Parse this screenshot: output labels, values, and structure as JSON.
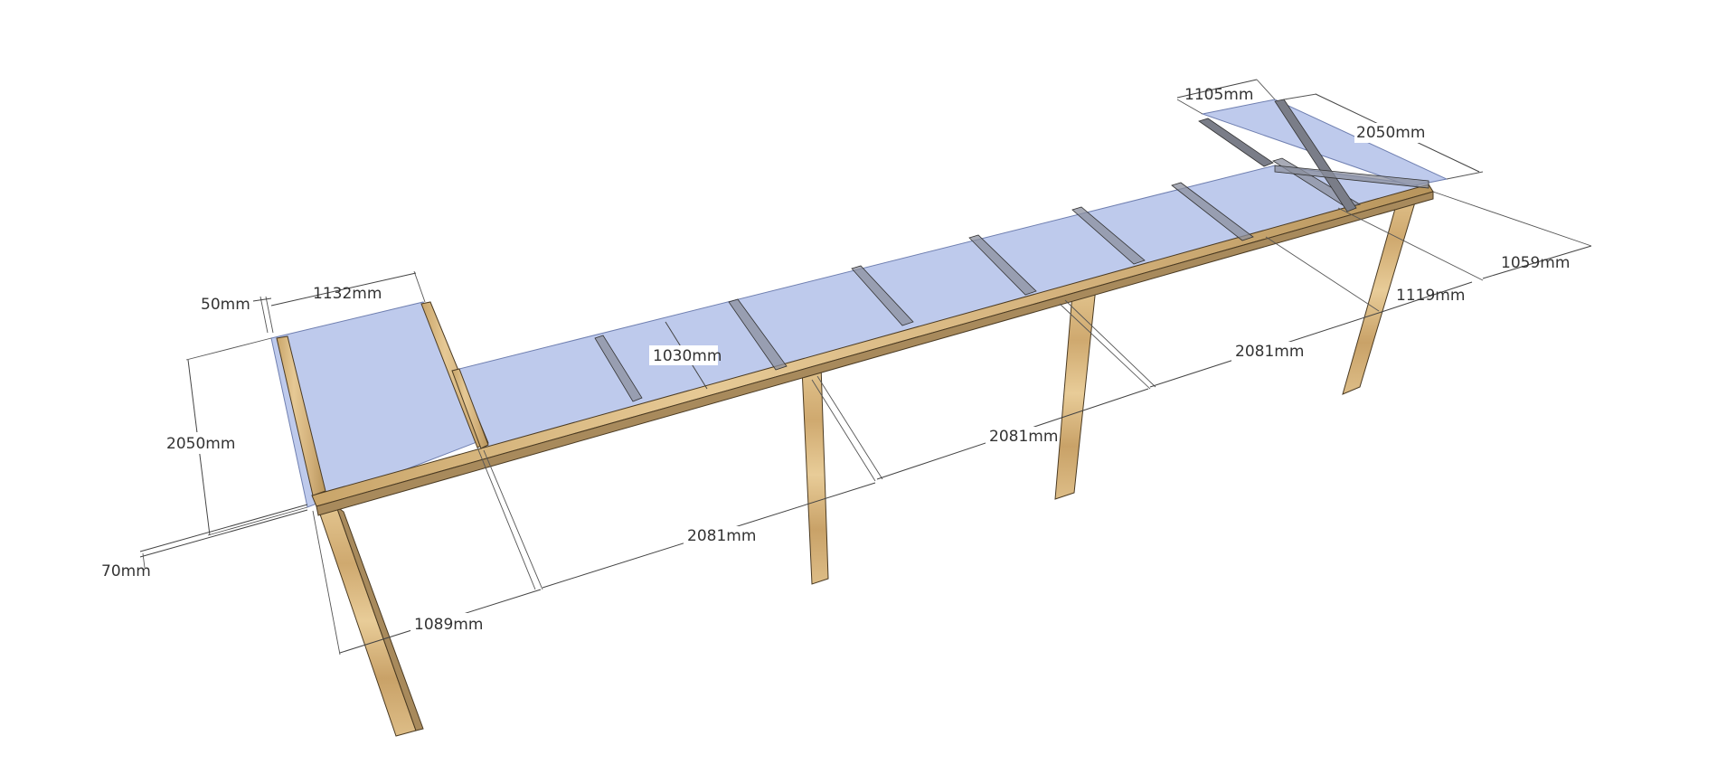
{
  "colors": {
    "glass": "#b9c6ea",
    "wood_light": "#e2c48e",
    "wood_dark": "#b8955c",
    "dimension_line": "#444444",
    "text": "#333333"
  },
  "dimensions": {
    "d_50": "50mm",
    "d_1132": "1132mm",
    "d_1030": "1030mm",
    "d_2050_left": "2050mm",
    "d_70": "70mm",
    "d_1089": "1089mm",
    "d_2081_a": "2081mm",
    "d_2081_b": "2081mm",
    "d_2081_c": "2081mm",
    "d_1105": "1105mm",
    "d_2050_right": "2050mm",
    "d_1059": "1059mm",
    "d_1119": "1119mm"
  }
}
